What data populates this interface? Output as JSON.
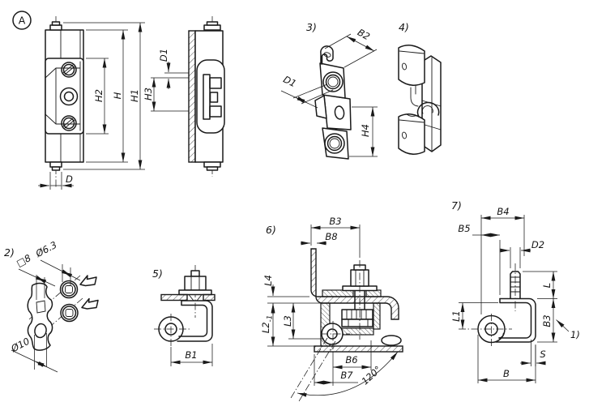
{
  "marker": "A",
  "views": {
    "front": {
      "dims": {
        "h2": "H2",
        "h": "H",
        "h1": "H1",
        "d": "D"
      }
    },
    "section": {
      "dims": {
        "d1": "D1",
        "h3": "H3"
      }
    },
    "v2": {
      "label": "2)",
      "dims": {
        "grommet_dia": "Ø6.3",
        "square": "□8",
        "hole_dia": "Ø10"
      }
    },
    "v3": {
      "label": "3)",
      "dims": {
        "b2": "B2",
        "d1": "D1",
        "h4": "H4"
      }
    },
    "v4": {
      "label": "4)"
    },
    "v5": {
      "label": "5)",
      "dims": {
        "b1": "B1"
      }
    },
    "v6": {
      "label": "6)",
      "dims": {
        "b3": "B3",
        "b8": "B8",
        "l4": "L4",
        "l2": "L2",
        "l2_tol": "-1",
        "l3": "L3",
        "b6": "B6",
        "b7": "B7",
        "angle": "120°"
      }
    },
    "v7": {
      "label": "7)",
      "dims": {
        "b4": "B4",
        "b5": "B5",
        "d2": "D2",
        "l": "L",
        "l1": "L1",
        "b3": "B3",
        "s": "S",
        "b": "B",
        "note": "1)"
      }
    }
  }
}
